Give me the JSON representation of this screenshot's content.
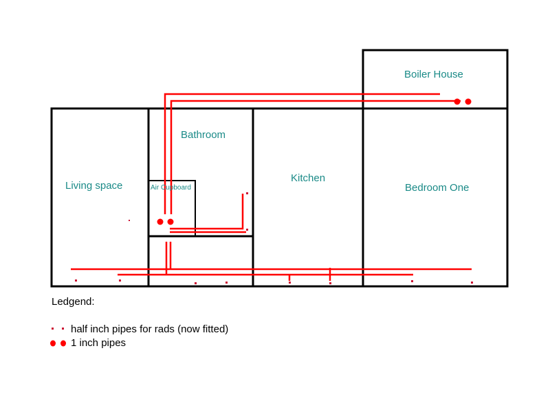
{
  "rooms": {
    "boiler_house": "Boiler House",
    "bathroom": "Bathroom",
    "air_cupboard": "Air Cupboard",
    "living_space": "Living space",
    "kitchen": "Kitchen",
    "bedroom_one": "Bedroom One"
  },
  "legend": {
    "title": "Ledgend:",
    "items": [
      {
        "label": "half inch pipes for rads (now fitted)",
        "symbol": "small-square-dots"
      },
      {
        "label": "1 inch pipes",
        "symbol": "large-round-dots"
      }
    ]
  },
  "colors": {
    "walls": "#000000",
    "pipes": "#ff0000",
    "rad_points": "#cc1133",
    "room_labels": "#1a8a87"
  }
}
